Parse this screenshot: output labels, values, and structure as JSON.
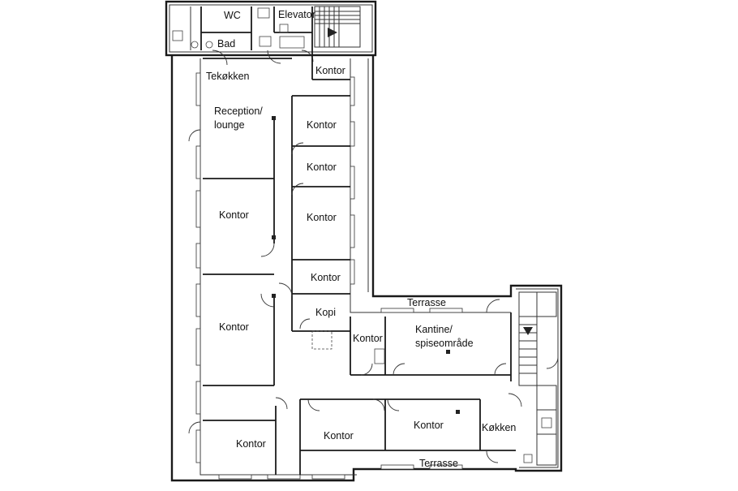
{
  "rooms": {
    "wc": "WC",
    "elevator": "Elevator",
    "bad": "Bad",
    "tekokken": "Tekøkken",
    "kontor_top": "Kontor",
    "reception_line1": "Reception/",
    "reception_line2": "lounge",
    "kontor_r1": "Kontor",
    "kontor_r2": "Kontor",
    "kontor_r3": "Kontor",
    "kontor_l1": "Kontor",
    "kontor_r4": "Kontor",
    "terrasse_top": "Terrasse",
    "kopi": "Kopi",
    "kontor_l2": "Kontor",
    "kontor_mid": "Kontor",
    "kantine_line1": "Kantine/",
    "kantine_line2": "spiseområde",
    "kontor_b1": "Kontor",
    "kontor_b2": "Kontor",
    "kontor_b3": "Kontor",
    "kokken": "Køkken",
    "terrasse_bottom": "Terrasse"
  }
}
